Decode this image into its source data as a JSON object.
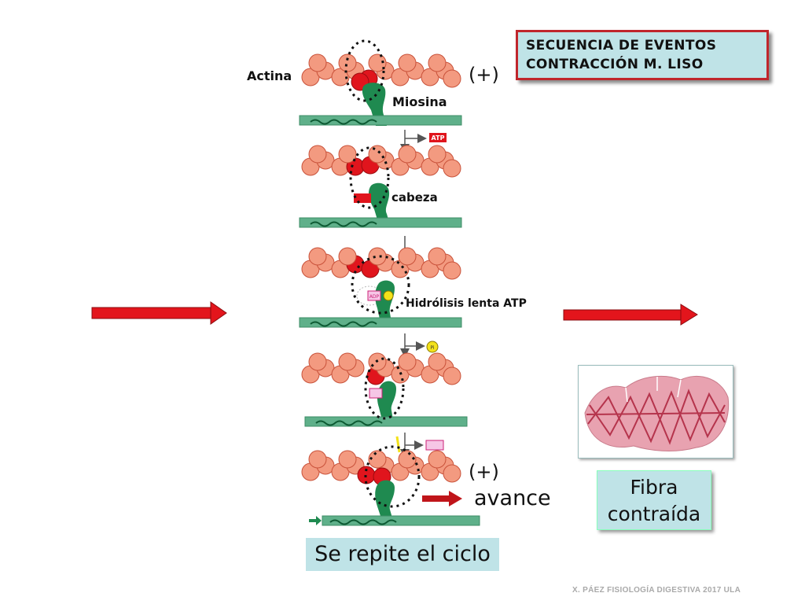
{
  "title": {
    "line1": "SECUENCIA DE EVENTOS",
    "line2": "CONTRACCIÓN M. LISO"
  },
  "labels": {
    "actina": "Actina",
    "miosina": "Miosina",
    "cabeza": "cabeza",
    "hidrolisis": "Hidrólisis lenta ATP",
    "plus_top": "(+)",
    "plus_bottom": "(+)",
    "avance": "avance"
  },
  "molecule_tags": {
    "atp": "ATP",
    "adp": "ADP",
    "pi": "Pi"
  },
  "fibra": {
    "line1": "Fibra",
    "line2": "contraída"
  },
  "cycle_note": "Se repite el ciclo",
  "footer": "X. PÁEZ   FISIOLOGÍA DIGESTIVA 2017 ULA",
  "colors": {
    "actin": "#f39a80",
    "actin_dark": "#c9523a",
    "actin_red": "#e0151d",
    "myosin": "#1f8a50",
    "filament": "#5fb08a",
    "arrow_red": "#e3151c",
    "box_fill": "#bfe3e7",
    "box_border": "#c0262c",
    "fiber_pink": "#e8a2b0"
  },
  "icons": [
    "right-arrow-icon",
    "step-arrow-icon",
    "dotted-circle-icon"
  ]
}
